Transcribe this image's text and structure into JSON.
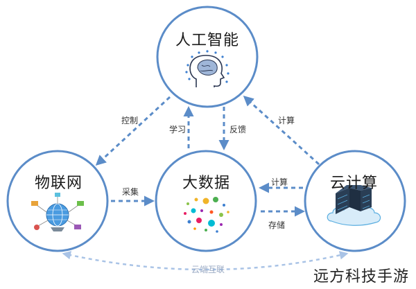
{
  "colors": {
    "circle_stroke": "#5b8cc8",
    "arrow": "#5b8cc8",
    "faint_arrow": "#a9c3e6"
  },
  "nodes": {
    "ai": {
      "title": "人工智能",
      "icon": "brain-head-icon"
    },
    "iot": {
      "title": "物联网",
      "icon": "connected-globe-icon"
    },
    "bigdata": {
      "title": "大数据",
      "icon": "data-dots-icon"
    },
    "cloud": {
      "title": "云计算",
      "icon": "server-cloud-icon"
    }
  },
  "edges": {
    "ai_to_iot": "控制",
    "bigdata_to_ai": "学习",
    "ai_to_bigdata": "反馈",
    "cloud_to_ai": "计算",
    "iot_to_bigdata": "采集",
    "cloud_to_bigdata": "计算",
    "bigdata_to_cloud": "存储",
    "cloud_iot_link": "云端互联"
  },
  "watermark": "远方科技手游"
}
